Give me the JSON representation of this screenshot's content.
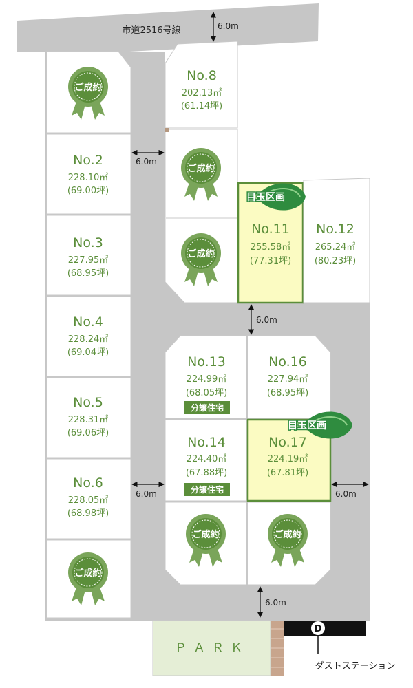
{
  "road_name": "市道2516号線",
  "road_widths": [
    "6.0m",
    "6.0m",
    "6.0m",
    "6.0m",
    "6.0m",
    "6.0m"
  ],
  "sold_label": "ご成約",
  "featured_label": "目玉区画",
  "builder_label": "分譲住宅",
  "park_label": "ＰＡＲＫ",
  "dust_marker": "D",
  "dust_station_label": "ダストステーション",
  "colors": {
    "road": "#c6c6c6",
    "green": "#5b8e3a",
    "ribbon": "#7aa55a",
    "featured": "#fbfbc2",
    "park": "#e5eed6"
  },
  "lots": [
    {
      "no": "No.2",
      "area": "228.10㎡",
      "tsubo": "(69.00坪)"
    },
    {
      "no": "No.3",
      "area": "227.95㎡",
      "tsubo": "(68.95坪)"
    },
    {
      "no": "No.4",
      "area": "228.24㎡",
      "tsubo": "(69.04坪)"
    },
    {
      "no": "No.5",
      "area": "228.31㎡",
      "tsubo": "(69.06坪)"
    },
    {
      "no": "No.6",
      "area": "228.05㎡",
      "tsubo": "(68.98坪)"
    },
    {
      "no": "No.8",
      "area": "202.13㎡",
      "tsubo": "(61.14坪)"
    },
    {
      "no": "No.11",
      "area": "255.58㎡",
      "tsubo": "(77.31坪)"
    },
    {
      "no": "No.12",
      "area": "265.24㎡",
      "tsubo": "(80.23坪)"
    },
    {
      "no": "No.13",
      "area": "224.99㎡",
      "tsubo": "(68.05坪)"
    },
    {
      "no": "No.16",
      "area": "227.94㎡",
      "tsubo": "(68.95坪)"
    },
    {
      "no": "No.14",
      "area": "224.40㎡",
      "tsubo": "(67.88坪)"
    },
    {
      "no": "No.17",
      "area": "224.19㎡",
      "tsubo": "(67.81坪)"
    }
  ]
}
